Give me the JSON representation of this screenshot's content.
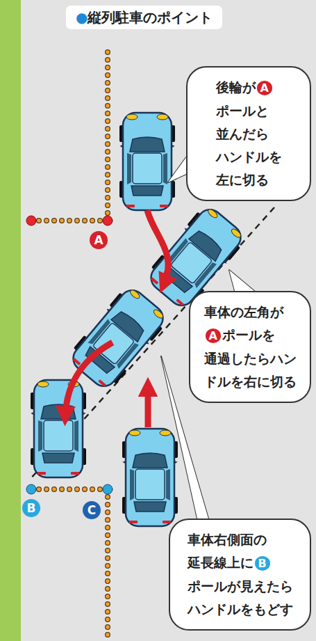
{
  "diagram": {
    "title": "●縦列駐車のポイント",
    "nodes": [
      {
        "text": [
          "後輪がA ポールと 並んだら ハンドルを 左に切る"
        ]
      },
      {
        "text": [
          "車体の左角が Aポールを 通過したらハン ドルを右に切る"
        ]
      },
      {
        "text": [
          "車体右側面の 延長線上にB ポールが見えたら ハンドルをもどす"
        ]
      }
    ],
    "labels": [
      "A",
      "B",
      "C"
    ]
  }
}
